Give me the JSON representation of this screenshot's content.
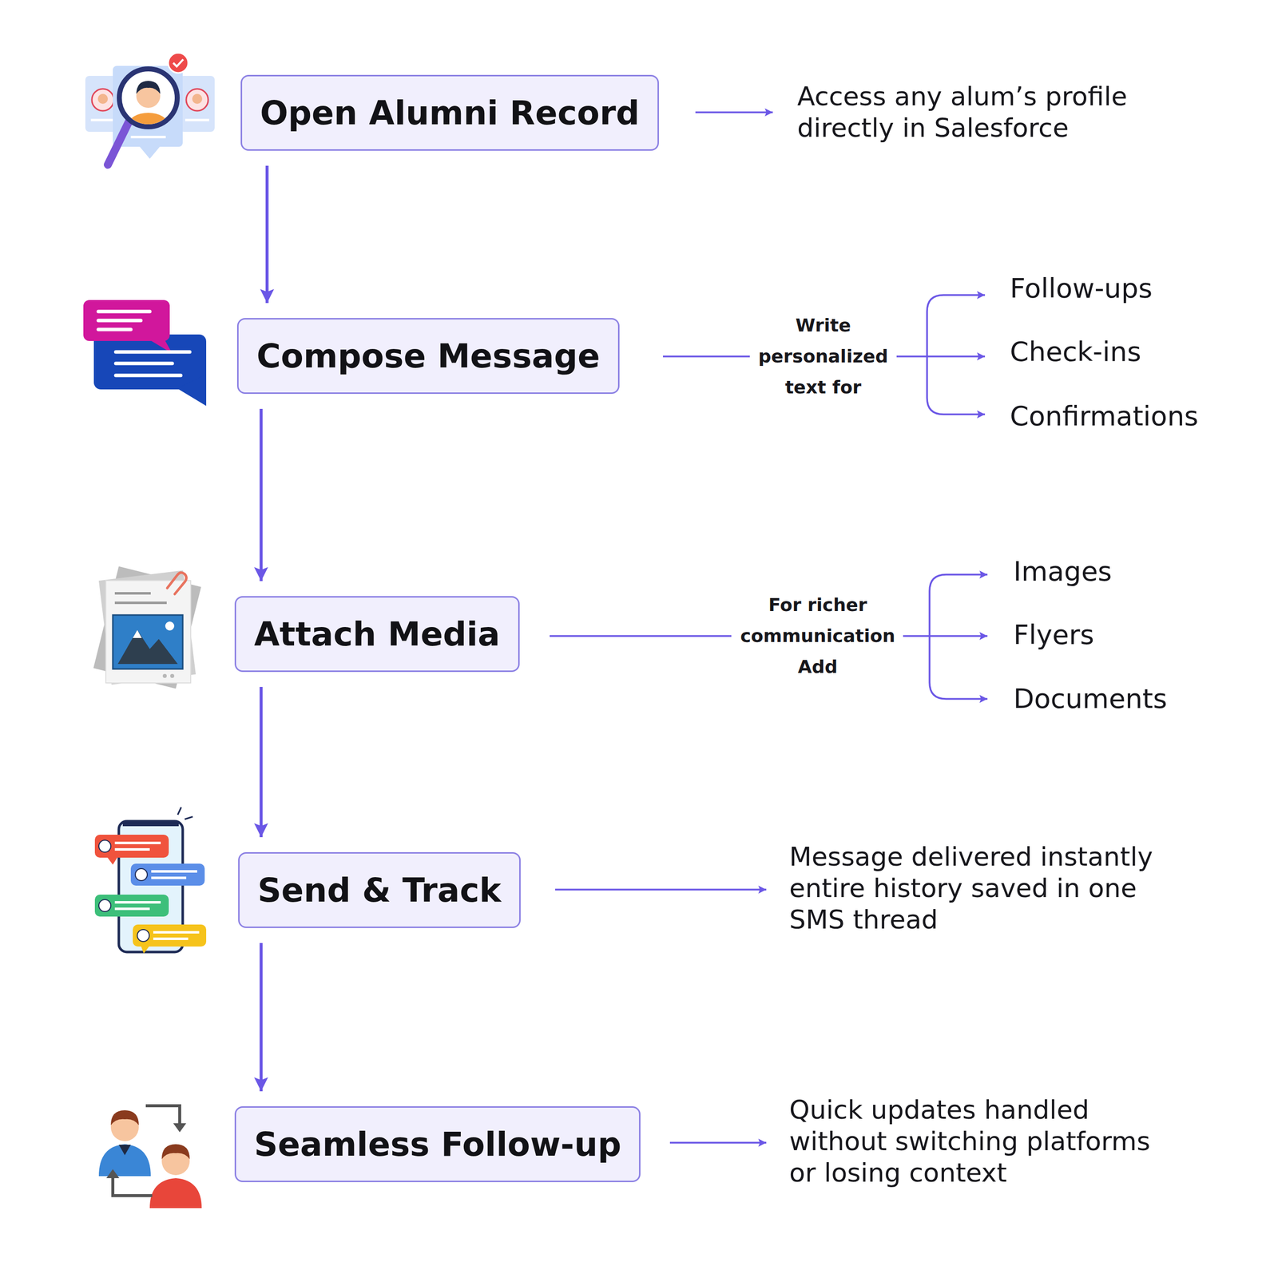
{
  "diagram": {
    "nodes": [
      {
        "text": [
          "Open Alumni Record"
        ]
      },
      {
        "text": [
          "Compose Message"
        ]
      },
      {
        "text": [
          "Attach Media"
        ]
      },
      {
        "text": [
          "Send & Track"
        ]
      },
      {
        "text": [
          "Seamless Follow-up"
        ]
      }
    ],
    "edges": [
      {
        "from": 0,
        "to": 1,
        "arrow": "to"
      },
      {
        "from": 1,
        "to": 2,
        "arrow": "to"
      },
      {
        "from": 2,
        "to": 3,
        "arrow": "to"
      },
      {
        "from": 3,
        "to": 4,
        "arrow": "to"
      }
    ],
    "labels": [
      "Access any alum’s profile directly in Salesforce",
      "Write personalized text for",
      "Follow-ups",
      "Check-ins",
      "Confirmations",
      "For richer communication Add",
      "Images",
      "Flyers",
      "Documents",
      "Message delivered instantly entire history saved in one SMS thread",
      "Quick updates handled without switching platforms or losing context"
    ]
  }
}
